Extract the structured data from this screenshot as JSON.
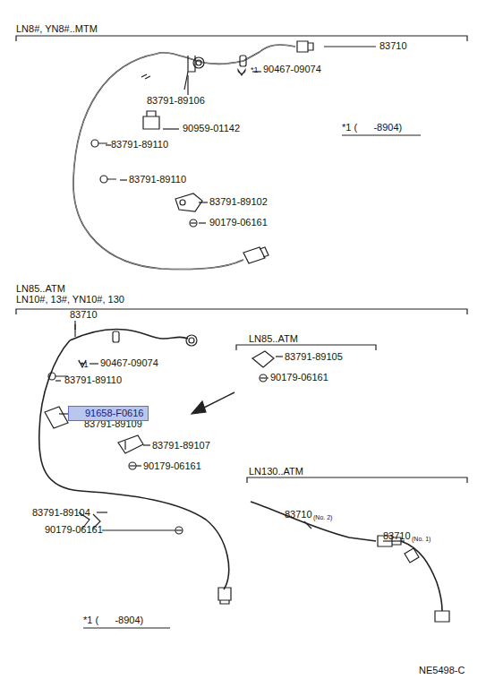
{
  "diagram": {
    "nodes": [
      {
        "text": [
          "91658-F0616"
        ]
      }
    ],
    "labels": [
      "LN8#, YN8#..MTM",
      "83710",
      "*1",
      "90467-09074",
      "83791-89106",
      "90959-01142",
      "*1 (      -8904)",
      "83791-89110",
      "83791-89110",
      "83791-89102",
      "90179-06161",
      "LN85..ATM",
      "LN10#, 13#, YN10#, 130",
      "83710",
      "*1",
      "90467-09074",
      "83791-89110",
      "83791-89109",
      "83791-89107",
      "90179-06161",
      "LN85..ATM",
      "83791-89105",
      "90179-06161",
      "LN130..ATM",
      "83710",
      "(No. 2)",
      "83710",
      "(No. 1)",
      "83791-89104",
      "90179-06161",
      "*1 (      -8904)",
      "NE5498-C"
    ]
  }
}
